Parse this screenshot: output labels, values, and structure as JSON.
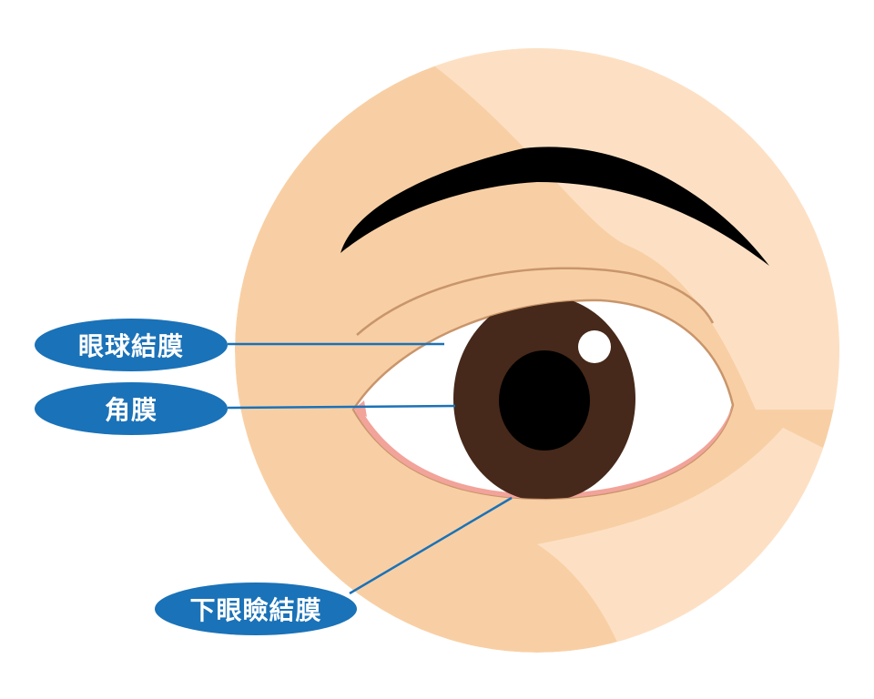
{
  "labels": {
    "bulbar_conjunctiva": "眼球結膜",
    "cornea": "角膜",
    "lower_palpebral_conjunctiva": "下眼瞼結膜"
  },
  "colors": {
    "skin": "#f8cfa4",
    "skin_highlight": "#fde0c4",
    "lid_outline": "#c9956b",
    "sclera": "#ffffff",
    "iris": "#46291a",
    "pupil": "#000000",
    "eyebrow": "#000000",
    "conjunctiva_pink": "#f2a39a",
    "label_fill": "#1a72b8",
    "leader_line": "#1a72b8"
  }
}
